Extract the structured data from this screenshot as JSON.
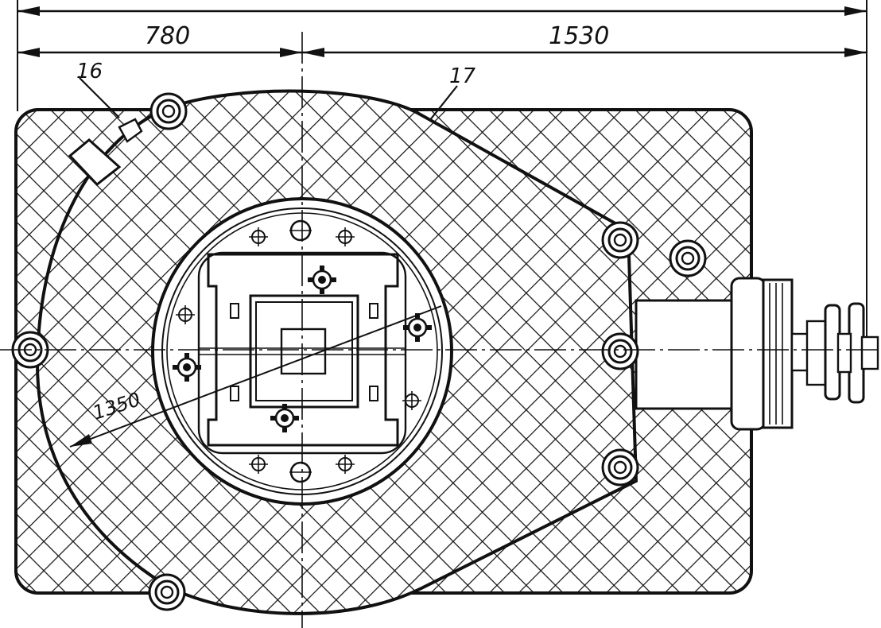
{
  "dimensions": {
    "left_offset": "780",
    "total_length": "1530",
    "radius": "1350"
  },
  "callouts": {
    "label_16": "16",
    "label_17": "17"
  },
  "colors": {
    "ink": "#111111",
    "paper": "#ffffff"
  }
}
